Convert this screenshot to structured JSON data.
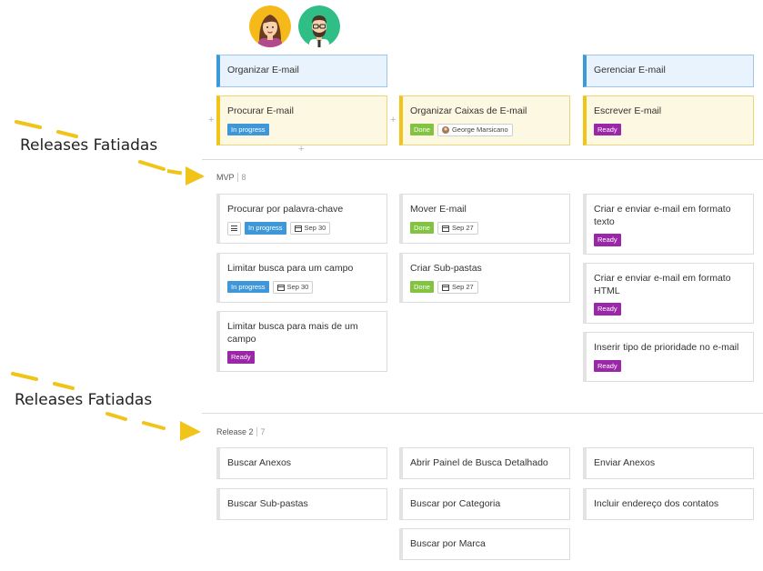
{
  "side_labels": {
    "first": "Releases Fatiadas",
    "second": "Releases Fatiadas"
  },
  "activities": {
    "a1": "Organizar E-mail",
    "a3": "Gerenciar E-mail"
  },
  "steps": {
    "s1": {
      "title": "Procurar E-mail",
      "badge": "In progress"
    },
    "s2": {
      "title": "Organizar Caixas de E-mail",
      "badge": "Done",
      "user": "George Marsicano"
    },
    "s3": {
      "title": "Escrever E-mail",
      "badge": "Ready"
    }
  },
  "mvp": {
    "title": "MVP",
    "count": "8",
    "c1": {
      "title": "Procurar por palavra-chave",
      "badge": "In progress",
      "date": "Sep 30"
    },
    "c2": {
      "title": "Limitar busca para um campo",
      "badge": "In progress",
      "date": "Sep 30"
    },
    "c3": {
      "title": "Limitar busca para mais de um campo",
      "badge": "Ready"
    },
    "c4": {
      "title": "Mover E-mail",
      "badge": "Done",
      "date": "Sep 27"
    },
    "c5": {
      "title": "Criar Sub-pastas",
      "badge": "Done",
      "date": "Sep 27"
    },
    "c6": {
      "title": "Criar e enviar e-mail em formato texto",
      "badge": "Ready"
    },
    "c7": {
      "title": "Criar e enviar e-mail em formato HTML",
      "badge": "Ready"
    },
    "c8": {
      "title": "Inserir tipo de prioridade no e-mail",
      "badge": "Ready"
    }
  },
  "release2": {
    "title": "Release 2",
    "count": "7",
    "c1": "Buscar Anexos",
    "c2": "Buscar Sub-pastas",
    "c3": "Abrir Painel de Busca Detalhado",
    "c4": "Buscar por Categoria",
    "c5": "Buscar por Marca",
    "c6": "Enviar Anexos",
    "c7": "Incluir endereço dos contatos"
  },
  "colors": {
    "activity_accent": "#3d9ad9",
    "step_accent": "#f0c419",
    "in_progress": "#3d97d8",
    "done": "#82c341",
    "ready": "#9a26a8",
    "arrow": "#f0c419"
  }
}
